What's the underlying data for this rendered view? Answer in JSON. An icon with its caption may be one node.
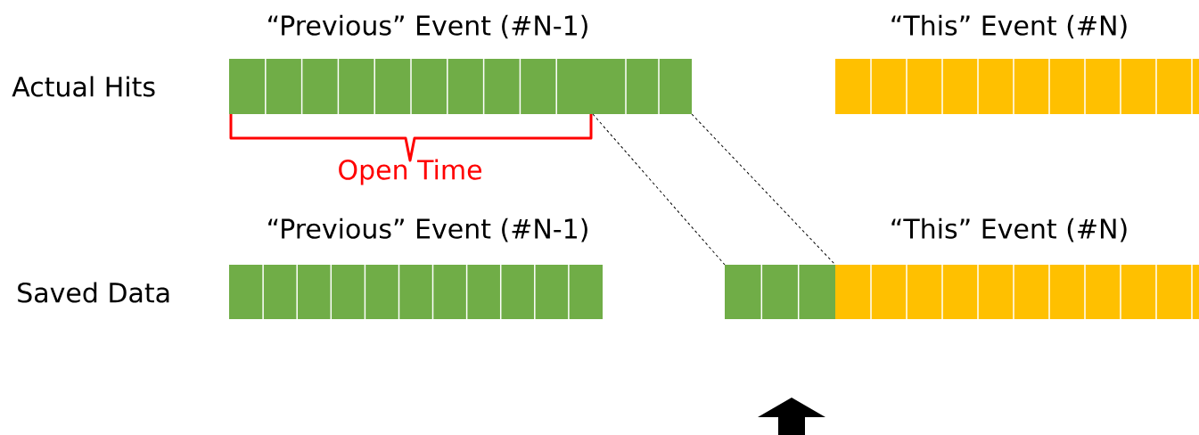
{
  "diagram": {
    "nodes": [
      {
        "text": [],
        "shape": "bar"
      },
      {
        "text": [],
        "shape": "bar"
      },
      {
        "text": [],
        "shape": "bar"
      },
      {
        "text": [],
        "shape": "bar"
      },
      {
        "text": [],
        "shape": "bar"
      },
      {
        "text": [],
        "shape": "bar"
      }
    ],
    "edges": [
      {
        "from": 1,
        "to": 4,
        "arrow": "none",
        "style": "dashed"
      },
      {
        "from": 1,
        "to": 4,
        "arrow": "none",
        "style": "dashed"
      }
    ],
    "labels": [
      "“Previous” Event (#N-1)",
      "“This” Event (#N)",
      "Actual Hits",
      "Open Time",
      "“Previous” Event (#N-1)",
      "“This” Event (#N)",
      "Saved Data"
    ]
  }
}
